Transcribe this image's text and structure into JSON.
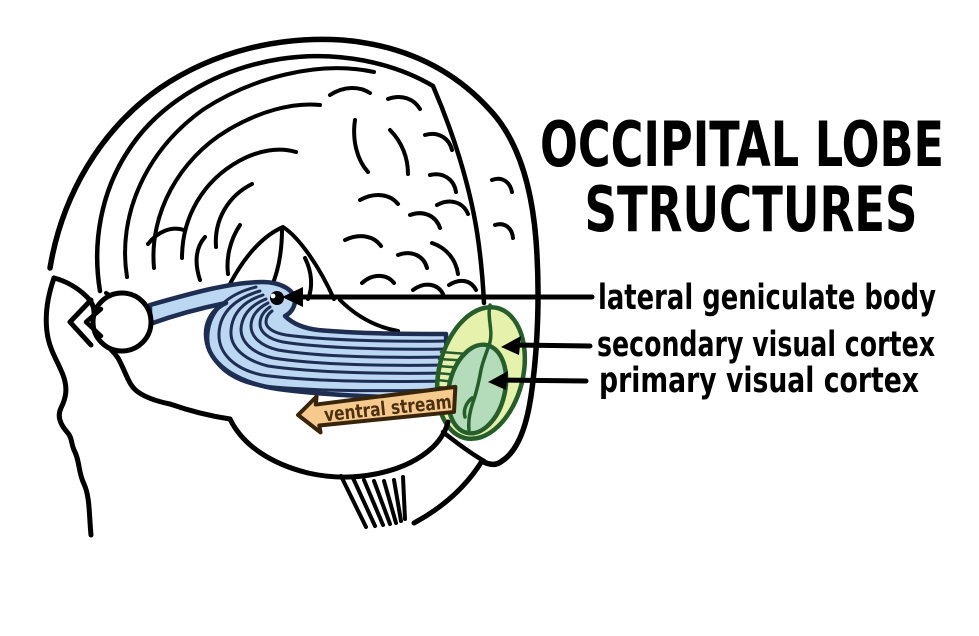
{
  "title": {
    "line1": "OCCIPITAL LOBE",
    "line2": "STRUCTURES"
  },
  "labels": [
    {
      "text": "lateral geniculate body"
    },
    {
      "text": "secondary visual cortex"
    },
    {
      "text": "primary visual cortex"
    }
  ],
  "annotations": {
    "ventral_stream": "ventral stream"
  },
  "colors": {
    "ink": "#000000",
    "pathway_blue": "#bcd7f2",
    "pathway_blue_dark": "#1d2e52",
    "v2_fill": "#e6f2ab",
    "v1_fill": "#b4dbba",
    "green_dark": "#255e2b",
    "arrow_fill": "#f6ca8c",
    "arrow_brown": "#38250b",
    "arrow_text_brown": "#4a2f10",
    "background": "#ffffff"
  }
}
